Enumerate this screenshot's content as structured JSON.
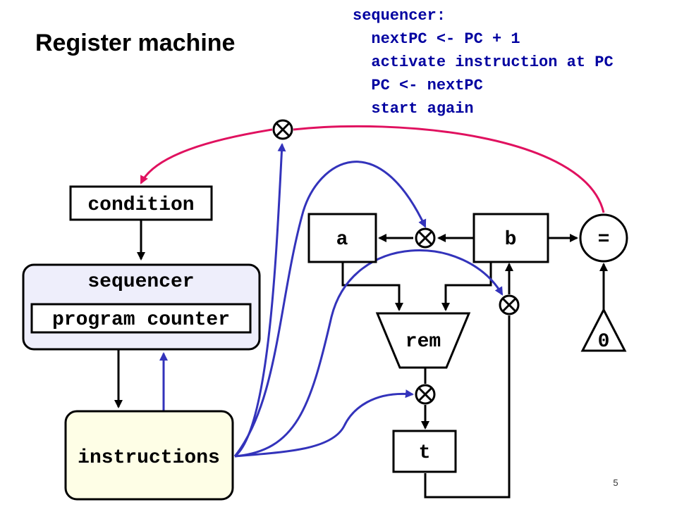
{
  "title": "Register machine",
  "code_lines": [
    "sequencer:",
    "  nextPC <- PC + 1",
    "  activate instruction at PC",
    "  PC <- nextPC",
    "  start again"
  ],
  "nodes": {
    "condition": "condition",
    "sequencer": "sequencer",
    "program_counter": "program counter",
    "instructions": "instructions",
    "reg_a": "a",
    "reg_b": "b",
    "equals": "=",
    "rem": "rem",
    "reg_t": "t",
    "zero": "0"
  },
  "page_number": "5",
  "colors": {
    "control_wire": "#3333bb",
    "condition_wire": "#e0115f",
    "sequencer_fill": "#eeeefb",
    "instructions_fill": "#fefee6"
  }
}
